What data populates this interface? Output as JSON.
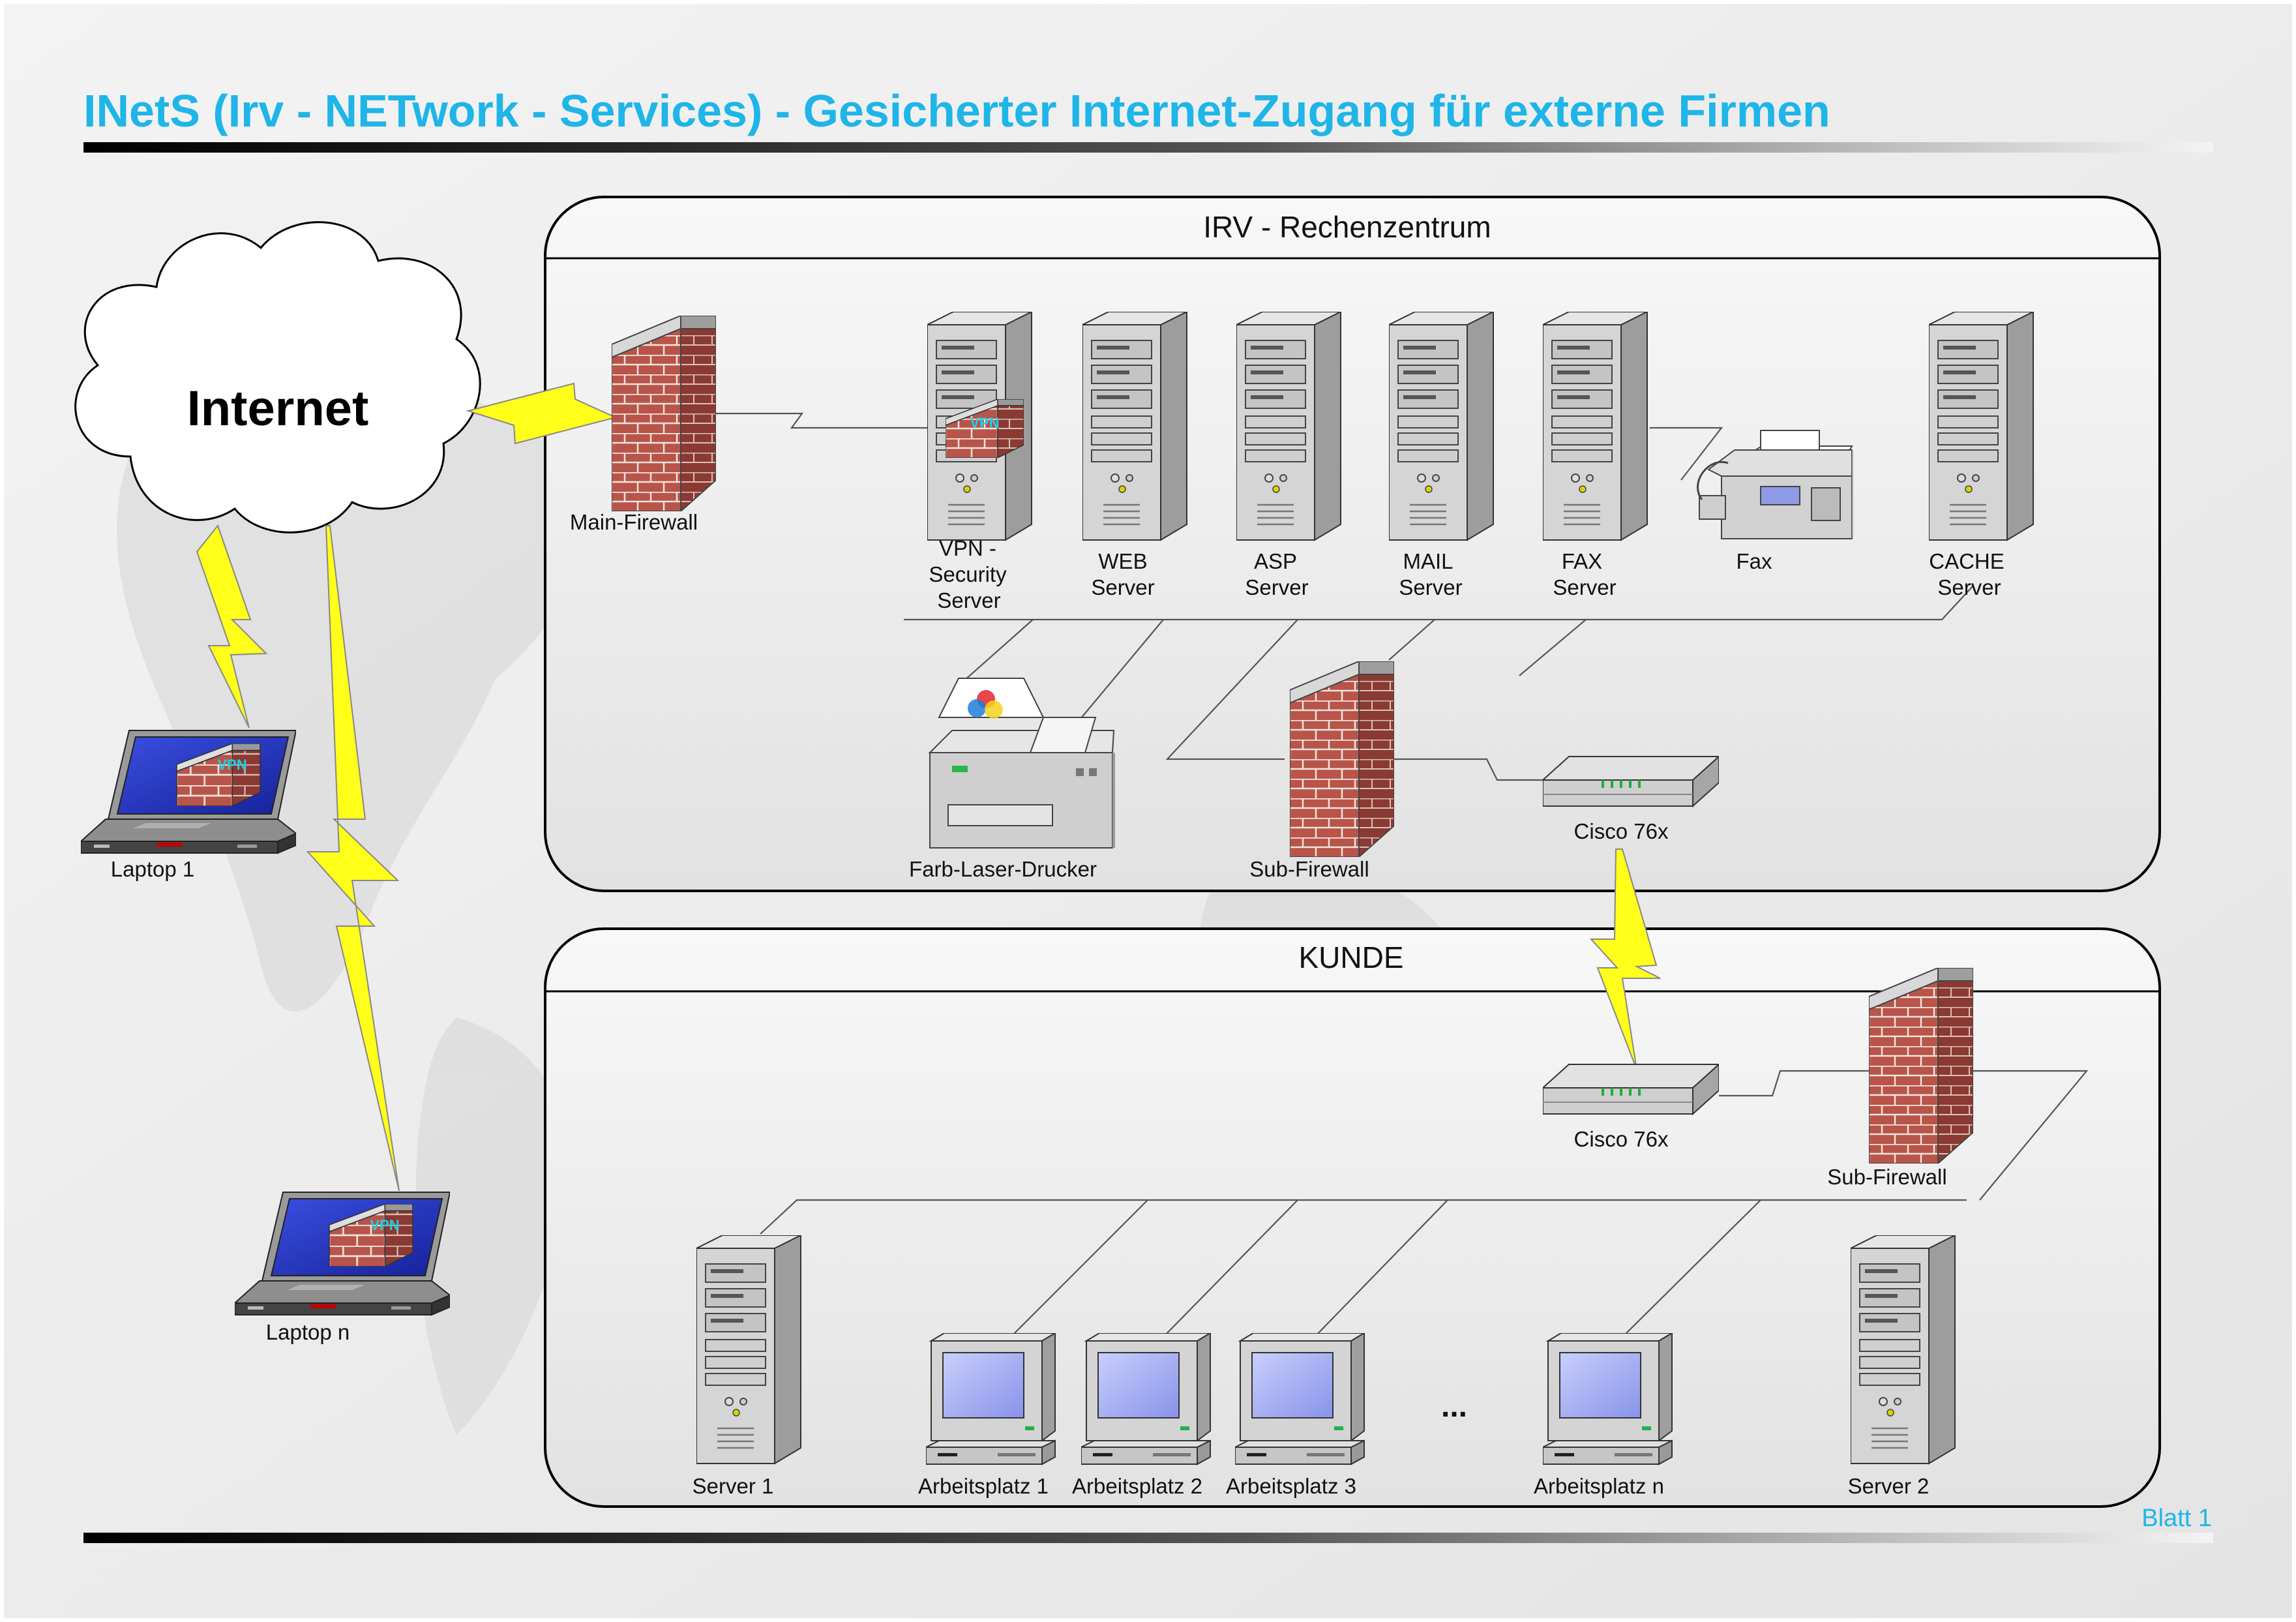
{
  "title": "INetS (Irv - NETwork - Services) - Gesicherter Internet-Zugang für externe Firmen",
  "sheet_label": "Blatt 1",
  "colors": {
    "title": "#1fb5e8",
    "lightning": "#ffff1a",
    "firewall_brick": "#b8544a",
    "screen": "#9aa6ef",
    "background": "#eeeeee",
    "zone_border": "#000000"
  },
  "cloud": {
    "label": "Internet"
  },
  "zones": {
    "datacenter": {
      "title": "IRV - Rechenzentrum"
    },
    "customer": {
      "title": "KUNDE"
    }
  },
  "datacenter": {
    "main_firewall": "Main-Firewall",
    "servers": [
      {
        "id": "vpn",
        "label_lines": [
          "VPN -",
          "Security",
          "Server"
        ],
        "icon": "server-tower-icon"
      },
      {
        "id": "web",
        "label_lines": [
          "WEB",
          "Server"
        ],
        "icon": "server-tower-icon"
      },
      {
        "id": "asp",
        "label_lines": [
          "ASP",
          "Server"
        ],
        "icon": "server-tower-icon"
      },
      {
        "id": "mail",
        "label_lines": [
          "MAIL",
          "Server"
        ],
        "icon": "server-tower-icon"
      },
      {
        "id": "fax",
        "label_lines": [
          "FAX",
          "Server"
        ],
        "icon": "server-tower-icon"
      },
      {
        "id": "cache",
        "label_lines": [
          "CACHE",
          "Server"
        ],
        "icon": "server-tower-icon"
      }
    ],
    "fax_device": "Fax",
    "printer": "Farb-Laser-Drucker",
    "sub_firewall": "Sub-Firewall",
    "router": "Cisco 76x",
    "vpn_badge": "VPN"
  },
  "customer": {
    "router": "Cisco 76x",
    "sub_firewall": "Sub-Firewall",
    "server1": "Server 1",
    "server2": "Server 2",
    "workstations": [
      "Arbeitsplatz 1",
      "Arbeitsplatz 2",
      "Arbeitsplatz 3",
      "Arbeitsplatz n"
    ],
    "ellipsis": "..."
  },
  "laptops": {
    "laptop1": "Laptop 1",
    "laptopn": "Laptop n",
    "vpn_badge": "VPN"
  }
}
